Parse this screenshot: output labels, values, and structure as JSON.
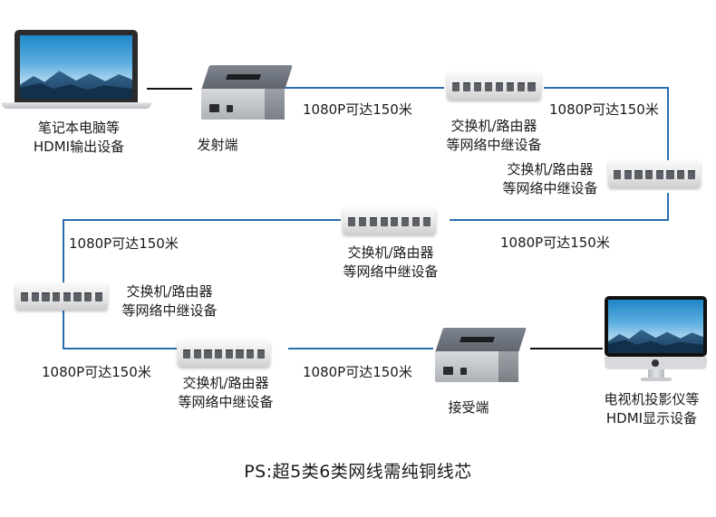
{
  "devices": {
    "laptop": {
      "label_line1": "笔记本电脑等",
      "label_line2": "HDMI输出设备",
      "icon": "laptop-icon"
    },
    "transmitter": {
      "label": "发射端",
      "icon": "hdmi-extender-icon"
    },
    "receiver": {
      "label": "接受端",
      "icon": "hdmi-extender-icon"
    },
    "display": {
      "label_line1": "电视机投影仪等",
      "label_line2": "HDMI显示设备",
      "icon": "imac-icon"
    },
    "switches": [
      {
        "line1": "交换机/路由器",
        "line2": "等网络中继设备",
        "icon": "network-switch-icon"
      },
      {
        "line1": "交换机/路由器",
        "line2": "等网络中继设备",
        "icon": "network-switch-icon"
      },
      {
        "line1": "交换机/路由器",
        "line2": "等网络中继设备",
        "icon": "network-switch-icon"
      },
      {
        "line1": "交换机/路由器",
        "line2": "等网络中继设备",
        "icon": "network-switch-icon"
      },
      {
        "line1": "交换机/路由器",
        "line2": "等网络中继设备",
        "icon": "network-switch-icon"
      }
    ]
  },
  "links": [
    {
      "label": "1080P可达150米"
    },
    {
      "label": "1080P可达150米"
    },
    {
      "label": "1080P可达150米"
    },
    {
      "label": "1080P可达150米"
    },
    {
      "label": "1080P可达150米"
    },
    {
      "label": "1080P可达150米"
    }
  ],
  "footer": "PS:超5类6类网线需纯铜线芯",
  "colors": {
    "cable": "#2b6cb0",
    "hdmi_cable": "#111111",
    "text": "#1a1a1a"
  }
}
